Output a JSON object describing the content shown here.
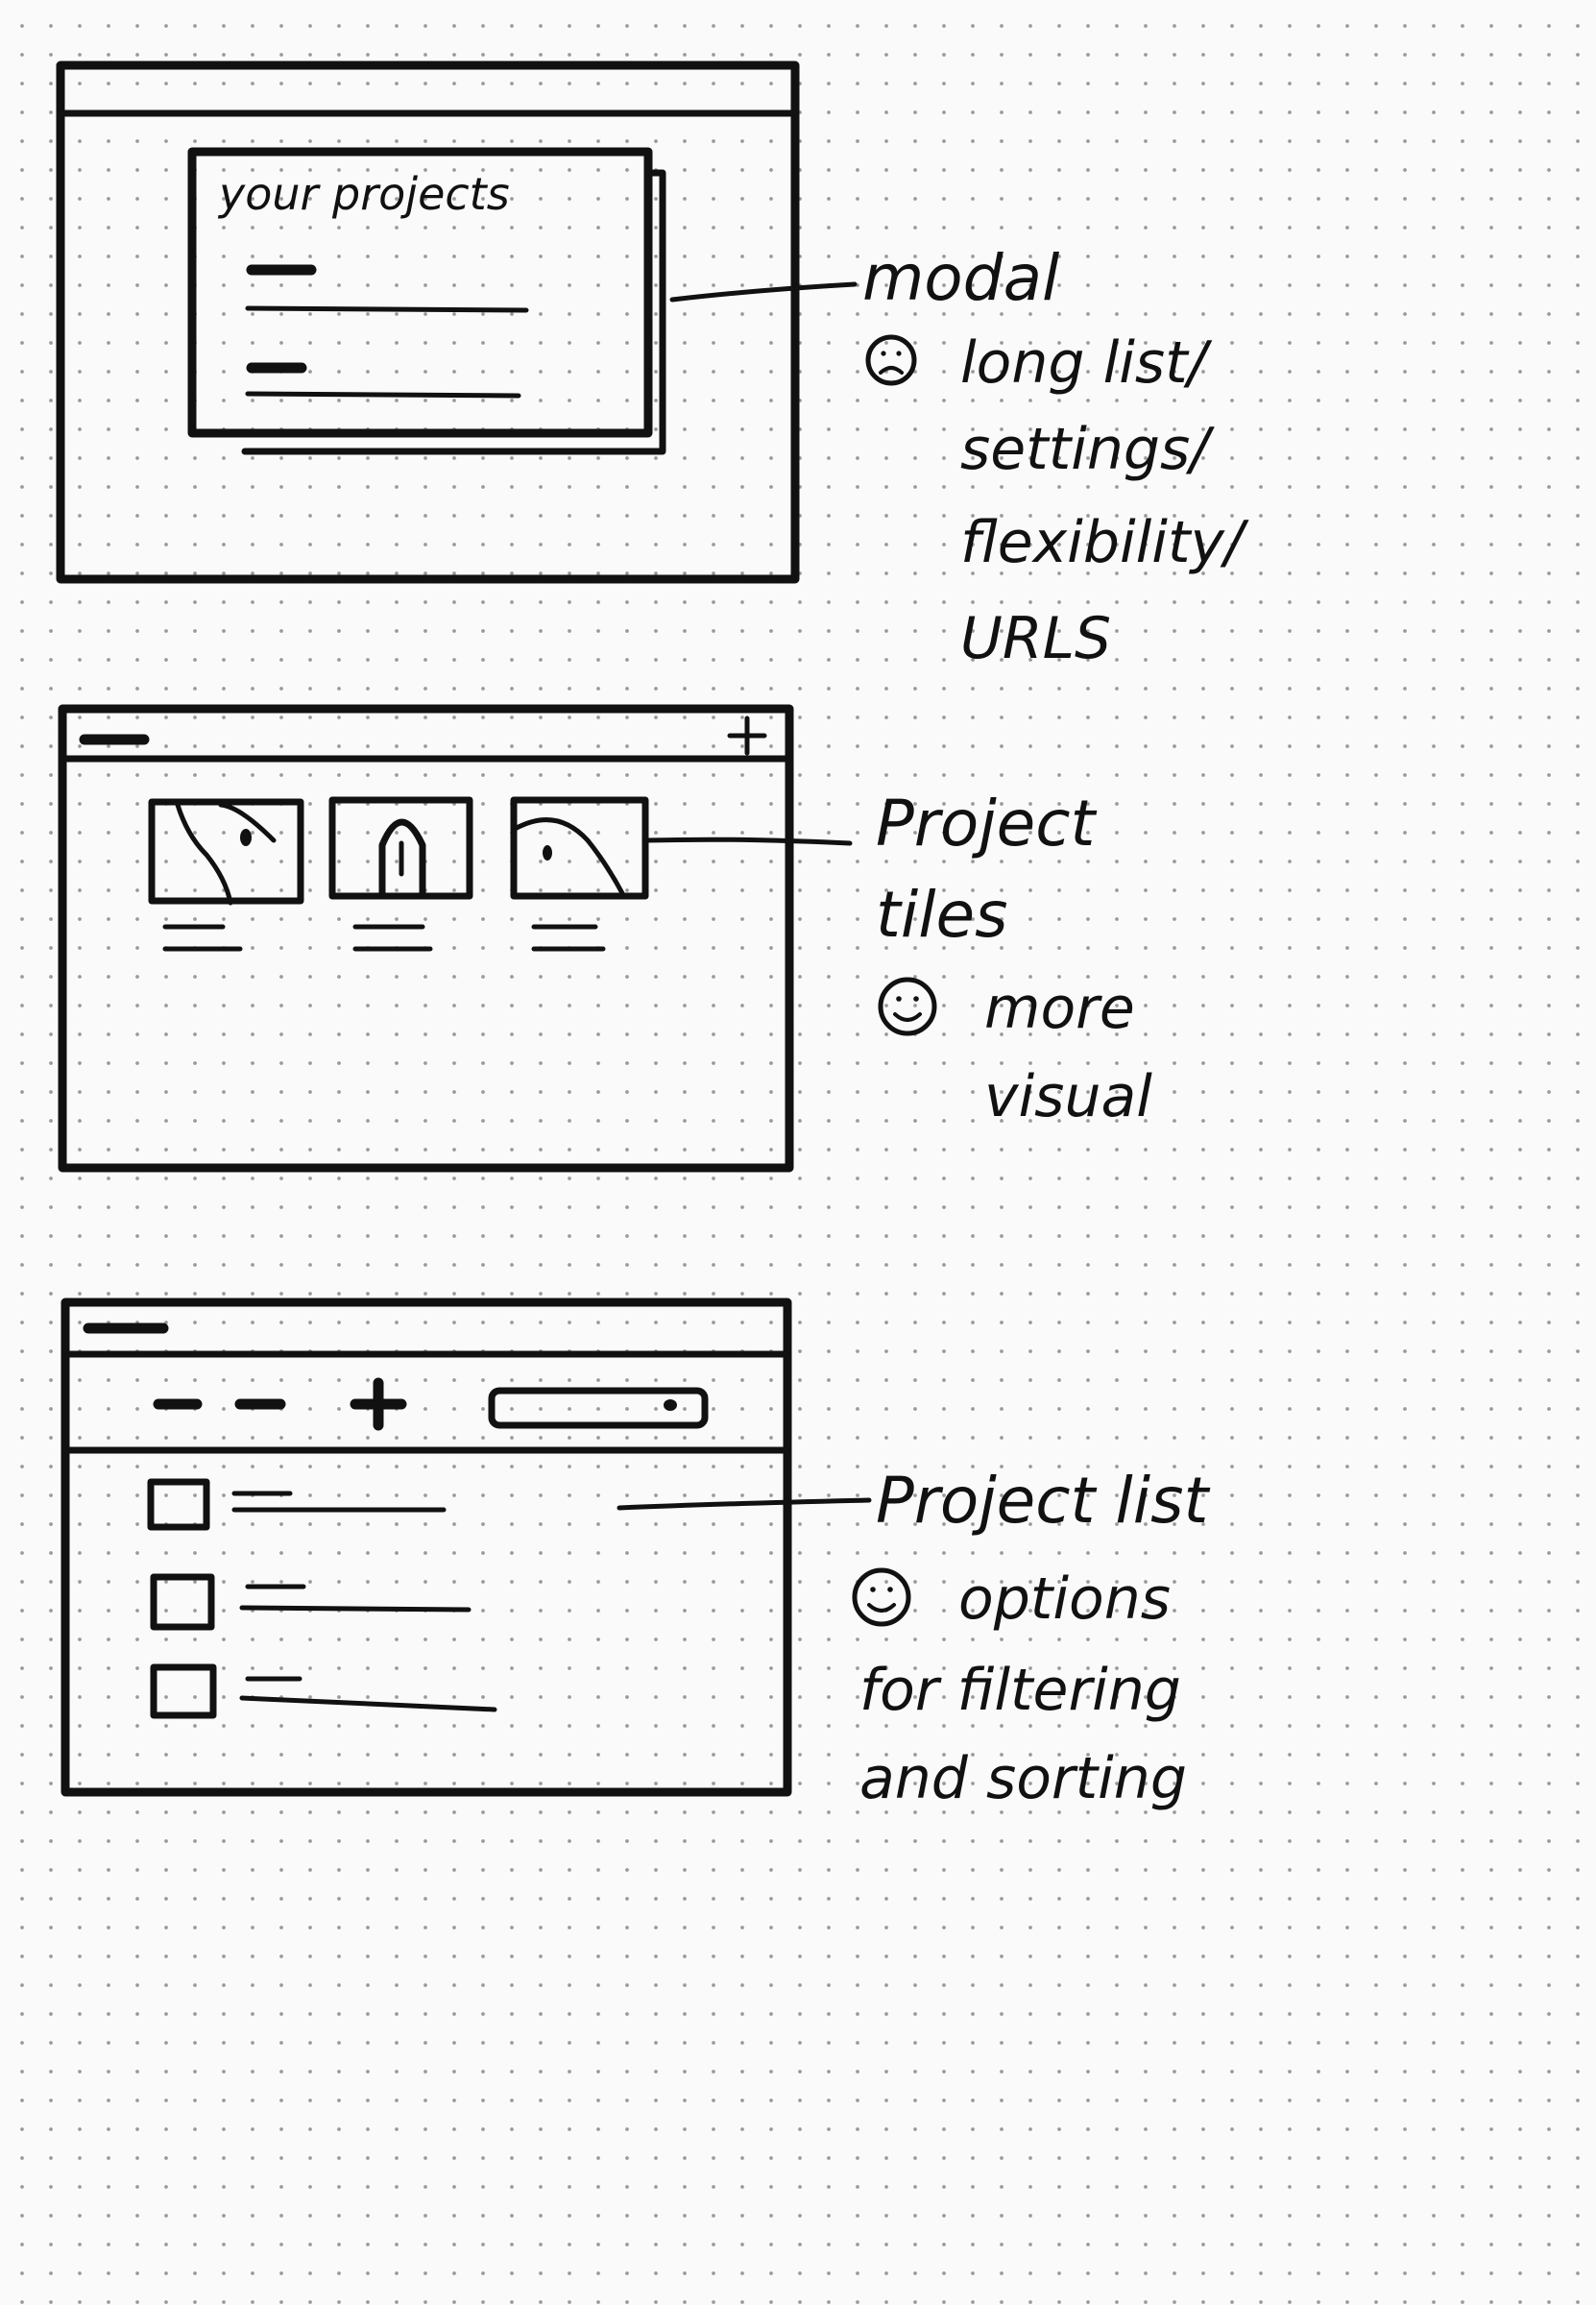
{
  "sketch_1": {
    "modal_heading": "your projects",
    "annotation_title": "modal",
    "sentiment": "sad",
    "notes": [
      "long list/",
      "settings/",
      "flexibility/",
      "URLS"
    ]
  },
  "sketch_2": {
    "annotation_title_lines": [
      "Project",
      "tiles"
    ],
    "sentiment": "happy",
    "notes": [
      "more",
      "visual"
    ],
    "tile_count": 3
  },
  "sketch_3": {
    "annotation_title": "Project list",
    "sentiment": "happy",
    "notes": [
      "options",
      "for filtering",
      "and sorting"
    ],
    "row_count": 3
  },
  "colors": {
    "ink": "#111111",
    "paper": "#fafafa",
    "shade": "#d9d9d9",
    "dot": "#9a9a9a"
  }
}
